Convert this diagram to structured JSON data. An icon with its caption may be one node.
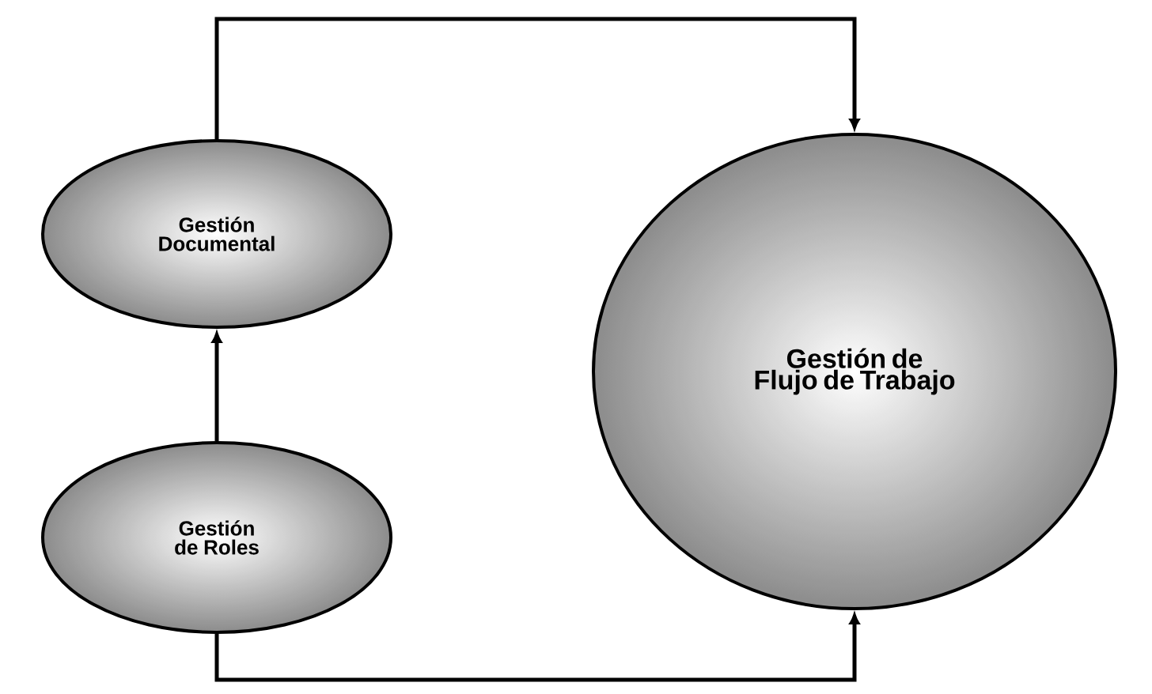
{
  "diagram": {
    "nodes": [
      {
        "text": [
          "Gestión Documental"
        ]
      },
      {
        "text": [
          "Gestión de Roles"
        ]
      },
      {
        "text": [
          "Gestión de Flujo de Trabajo"
        ]
      }
    ],
    "edges": [
      {
        "from": 1,
        "to": 0,
        "arrow": "to"
      },
      {
        "from": 0,
        "to": 2,
        "arrow": "to"
      },
      {
        "from": 1,
        "to": 2,
        "arrow": "to"
      }
    ]
  }
}
